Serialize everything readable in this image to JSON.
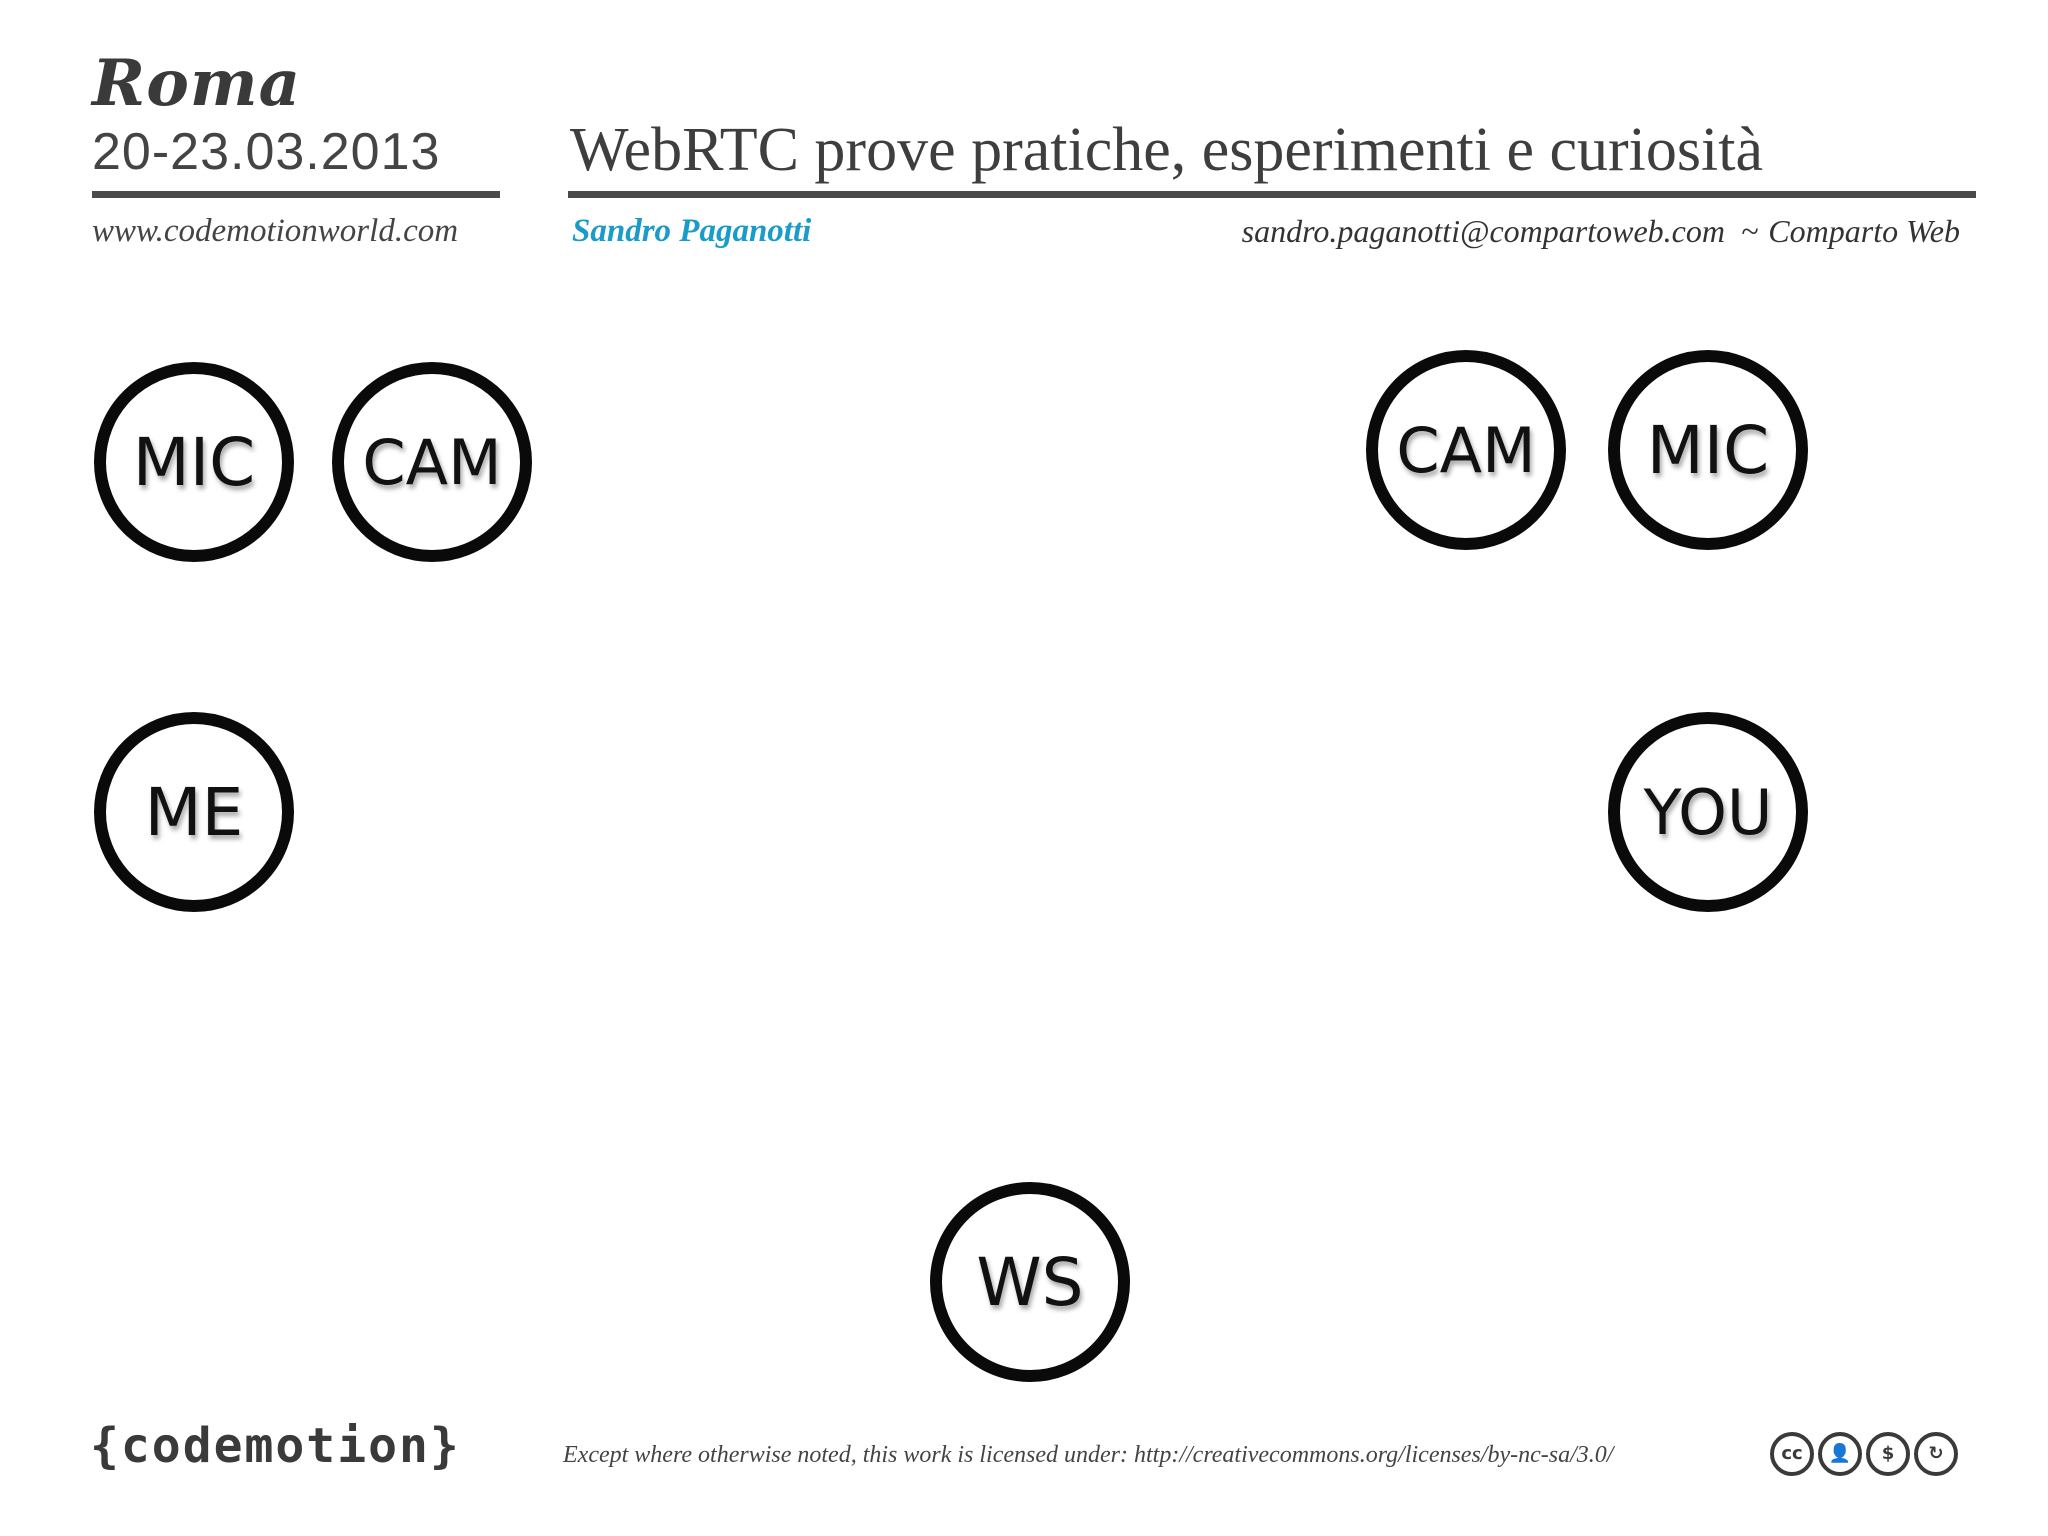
{
  "header": {
    "city": "Roma",
    "dates": "20-23.03.2013",
    "website": "www.codemotionworld.com",
    "title": "WebRTC prove pratiche, esperimenti e curiosità",
    "author": "Sandro Paganotti",
    "email": "sandro.paganotti@compartoweb.com",
    "separator": "~",
    "company": "Comparto Web"
  },
  "diagram": {
    "nodes": {
      "mic_left": "MIC",
      "cam_left": "CAM",
      "me": "ME",
      "cam_right": "CAM",
      "mic_right": "MIC",
      "you": "YOU",
      "ws": "WS"
    }
  },
  "footer": {
    "logo": "{codemotion}",
    "license": "Except where otherwise noted, this work is licensed under: http://creativecommons.org/licenses/by-nc-sa/3.0/",
    "cc_icons": [
      {
        "name": "cc-icon",
        "glyph": "cc"
      },
      {
        "name": "by-icon",
        "glyph": "👤"
      },
      {
        "name": "nc-icon",
        "glyph": "$"
      },
      {
        "name": "sa-icon",
        "glyph": "↻"
      }
    ]
  }
}
